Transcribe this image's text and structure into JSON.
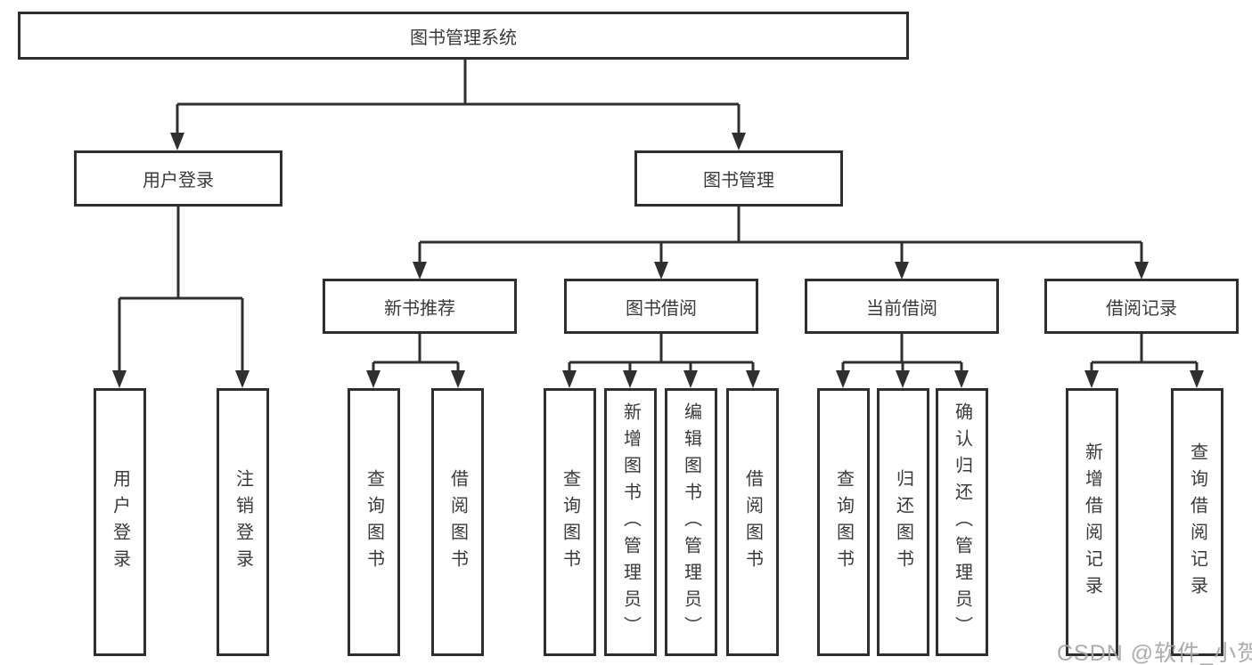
{
  "tree": {
    "root": {
      "label": "图书管理系统"
    },
    "level2": [
      {
        "label": "用户登录"
      },
      {
        "label": "图书管理"
      }
    ],
    "level3": [
      {
        "label": "新书推荐"
      },
      {
        "label": "图书借阅"
      },
      {
        "label": "当前借阅"
      },
      {
        "label": "借阅记录"
      }
    ],
    "leaves": {
      "user": [
        "用户登录",
        "注销登录"
      ],
      "new_books": [
        "查询图书",
        "借阅图书"
      ],
      "borrow": [
        "查询图书",
        "新增图书（管理员）",
        "编辑图书（管理员）",
        "借阅图书"
      ],
      "current": [
        "查询图书",
        "归还图书",
        "确认归还（管理员）"
      ],
      "records": [
        "新增借阅记录",
        "查询借阅记录"
      ]
    }
  },
  "watermark": {
    "text": "CSDN @软件_小贺同学"
  },
  "colors": {
    "line": "#2f2f2f",
    "text": "#3a3a3a",
    "watermark": "#a6a6a6"
  }
}
